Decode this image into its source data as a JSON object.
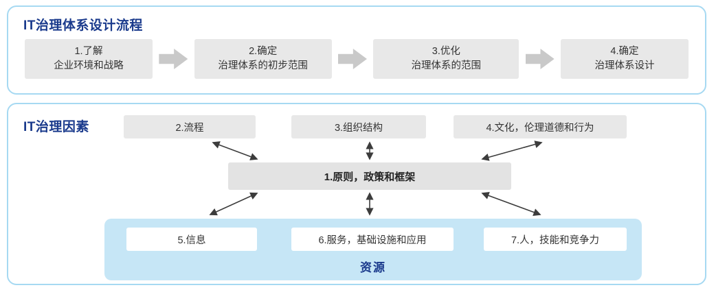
{
  "top_panel": {
    "title": "IT治理体系设计流程",
    "steps": [
      {
        "line1": "1.了解",
        "line2": "企业环境和战略"
      },
      {
        "line1": "2.确定",
        "line2": "治理体系的初步范围"
      },
      {
        "line1": "3.优化",
        "line2": "治理体系的范围"
      },
      {
        "line1": "4.确定",
        "line2": "治理体系设计"
      }
    ]
  },
  "bottom_panel": {
    "title": "IT治理因素",
    "top_factors": {
      "process": "2.流程",
      "structure": "3.组织结构",
      "culture": "4.文化，伦理道德和行为"
    },
    "center_factor": "1.原则，政策和框架",
    "resources": {
      "info": "5.信息",
      "service": "6.服务，基础设施和应用",
      "people": "7.人，技能和竞争力"
    },
    "resource_label": "资源"
  },
  "colors": {
    "panel_border": "#a6d9f2",
    "title_blue": "#1a3a8c",
    "box_gray": "#e8e8e8",
    "block_arrow_gray": "#c9c9c9",
    "resource_blue": "#c6e6f6",
    "arrow_stroke": "#3c3c3c"
  }
}
